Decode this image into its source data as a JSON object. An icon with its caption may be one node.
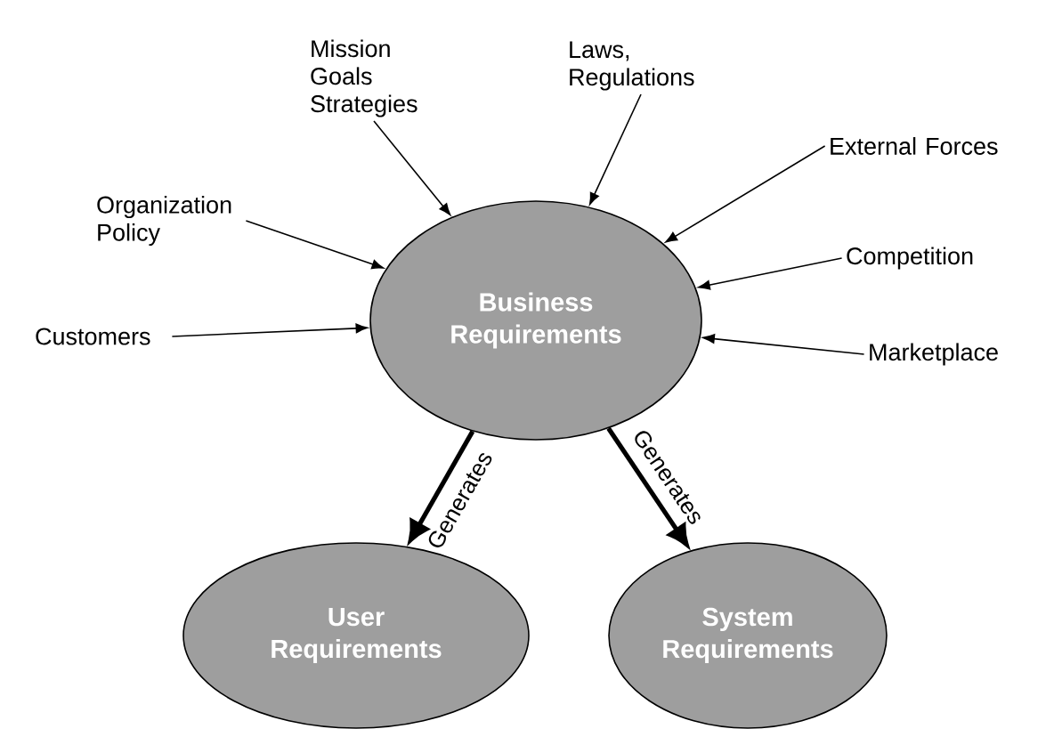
{
  "diagram": {
    "nodes": [
      {
        "text": [
          "Business Requirements"
        ]
      },
      {
        "text": [
          "User Requirements"
        ]
      },
      {
        "text": [
          "System Requirements"
        ]
      },
      {
        "text": [
          "Mission Goals Strategies"
        ]
      },
      {
        "text": [
          "Laws, Regulations"
        ]
      },
      {
        "text": [
          "External Forces"
        ]
      },
      {
        "text": [
          "Organization Policy"
        ]
      },
      {
        "text": [
          "Competition"
        ]
      },
      {
        "text": [
          "Customers"
        ]
      },
      {
        "text": [
          "Marketplace"
        ]
      }
    ],
    "edges": [
      {
        "from": 3,
        "to": 0,
        "arrow": "to"
      },
      {
        "from": 4,
        "to": 0,
        "arrow": "to"
      },
      {
        "from": 5,
        "to": 0,
        "arrow": "to"
      },
      {
        "from": 6,
        "to": 0,
        "arrow": "to"
      },
      {
        "from": 7,
        "to": 0,
        "arrow": "to"
      },
      {
        "from": 8,
        "to": 0,
        "arrow": "to"
      },
      {
        "from": 9,
        "to": 0,
        "arrow": "to"
      },
      {
        "from": 0,
        "to": 1,
        "arrow": "to",
        "label": "Generates",
        "style": "thick"
      },
      {
        "from": 0,
        "to": 2,
        "arrow": "to",
        "label": "Generates",
        "style": "thick"
      }
    ]
  }
}
